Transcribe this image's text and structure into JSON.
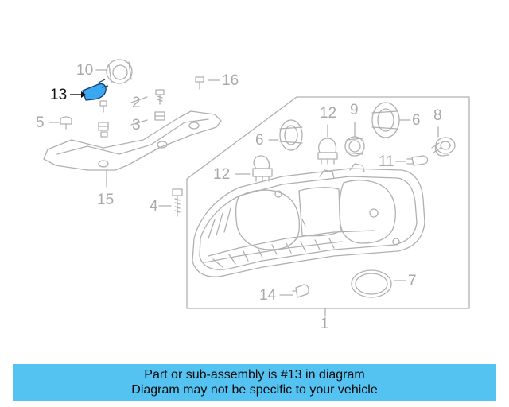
{
  "callouts": {
    "c1": "1",
    "c2": "2",
    "c3": "3",
    "c4": "4",
    "c5": "5",
    "c6a": "6",
    "c6b": "6",
    "c7": "7",
    "c8": "8",
    "c9": "9",
    "c10": "10",
    "c11": "11",
    "c12a": "12",
    "c12b": "12",
    "c13": "13",
    "c14": "14",
    "c15": "15",
    "c16": "16"
  },
  "highlighted_part": "13",
  "colors": {
    "line_art": "#b0b0b0",
    "highlight_part": "#3aa8f0",
    "banner_bg": "#55c3f2",
    "active_callout": "#111111"
  },
  "banner": {
    "line1": "Part or sub-assembly is #13 in diagram",
    "line2": "Diagram may not be specific to your vehicle"
  }
}
